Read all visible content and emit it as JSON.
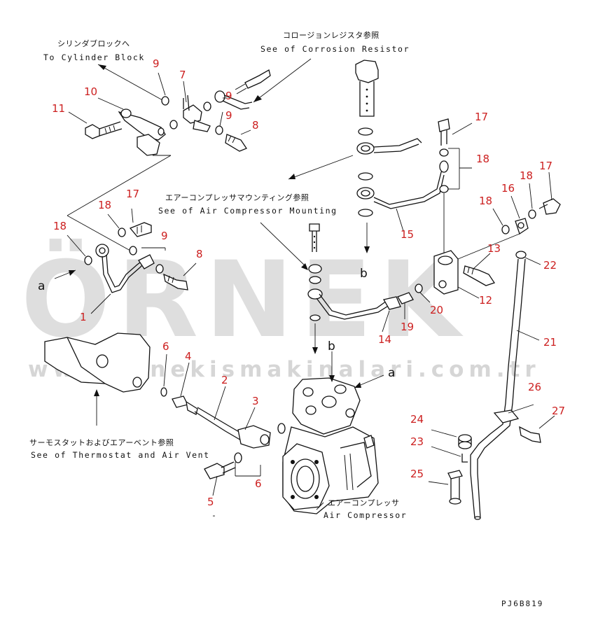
{
  "labels": {
    "cylinder_block_jp": "シリンダブロックへ",
    "cylinder_block_en": "To Cylinder Block",
    "corrosion_jp": "コロージョンレジスタ参照",
    "corrosion_en": "See of Corrosion Resistor",
    "mounting_jp": "エアーコンプレッサマウンティング参照",
    "mounting_en": "See of Air Compressor Mounting",
    "thermostat_jp": "サーモスタットおよびエアーベント参照",
    "thermostat_en": "See of Thermostat and Air Vent",
    "compressor_jp": "エアーコンプレッサ",
    "compressor_en": "Air Compressor",
    "drawing_code": "PJ6B819",
    "dash": "-"
  },
  "letters": {
    "a_left": "a",
    "a_right": "a",
    "b_top": "b",
    "b_bottom": "b"
  },
  "watermark": {
    "brand": "ÖRNEK",
    "url": "www.ornekismakinalari.com.tr"
  },
  "colors": {
    "part_number": "#cc1f1f",
    "line": "#111111",
    "watermark": "#9a9a9a"
  },
  "part_numbers": {
    "p1": "1",
    "p2": "2",
    "p3": "3",
    "p4": "4",
    "p5": "5",
    "p6a": "6",
    "p6b": "6",
    "p7": "7",
    "p8a": "8",
    "p8b": "8",
    "p9a": "9",
    "p9b": "9",
    "p9c": "9",
    "p10": "10",
    "p11": "11",
    "p12": "12",
    "p13": "13",
    "p14": "14",
    "p15": "15",
    "p16": "16",
    "p17a": "17",
    "p17b": "17",
    "p17c": "17",
    "p18a": "18",
    "p18b": "18",
    "p18c": "18",
    "p18d": "18",
    "p18e": "18",
    "p19": "19",
    "p20": "20",
    "p21": "21",
    "p22": "22",
    "p23": "23",
    "p24": "24",
    "p25": "25",
    "p26": "26",
    "p27": "27"
  }
}
